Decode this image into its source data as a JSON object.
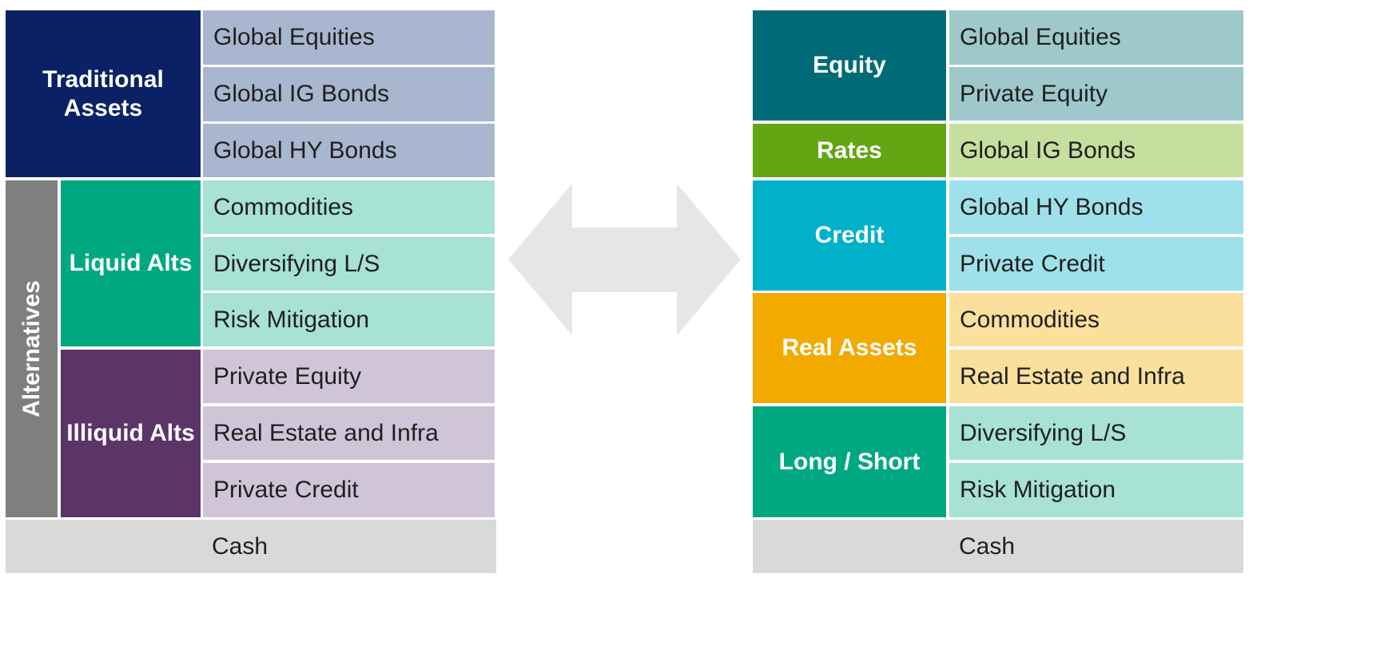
{
  "colors": {
    "navy": "#0a2166",
    "navy_light": "#a9b6cf",
    "gray_dark": "#7f7f7f",
    "green": "#00a882",
    "mint": "#a7e2d4",
    "purple": "#5b3468",
    "lavender": "#d0c4d8",
    "cash_gray": "#d9d9d9",
    "teal": "#006b76",
    "teal_light": "#9ec8ca",
    "lime": "#63a512",
    "lime_light": "#c6df9f",
    "cyan": "#00b1c9",
    "cyan_light": "#9fe1ea",
    "amber": "#f2a900",
    "amber_light": "#fae09c",
    "arrow": "#e6e6e6"
  },
  "left": {
    "traditional": {
      "label": "Traditional Assets",
      "items": [
        "Global Equities",
        "Global IG Bonds",
        "Global HY Bonds"
      ]
    },
    "alternatives_label": "Alternatives",
    "liquid": {
      "label": "Liquid Alts",
      "items": [
        "Commodities",
        "Diversifying L/S",
        "Risk Mitigation"
      ]
    },
    "illiquid": {
      "label": "Illiquid Alts",
      "items": [
        "Private Equity",
        "Real Estate and Infra",
        "Private Credit"
      ]
    },
    "cash": "Cash"
  },
  "right": {
    "equity": {
      "label": "Equity",
      "items": [
        "Global Equities",
        "Private Equity"
      ]
    },
    "rates": {
      "label": "Rates",
      "items": [
        "Global IG Bonds"
      ]
    },
    "credit": {
      "label": "Credit",
      "items": [
        "Global HY Bonds",
        "Private Credit"
      ]
    },
    "real_assets": {
      "label": "Real Assets",
      "items": [
        "Commodities",
        "Real Estate and Infra"
      ]
    },
    "long_short": {
      "label": "Long / Short",
      "items": [
        "Diversifying L/S",
        "Risk Mitigation"
      ]
    },
    "cash": "Cash"
  },
  "arrow_icon": "double-arrow-icon"
}
